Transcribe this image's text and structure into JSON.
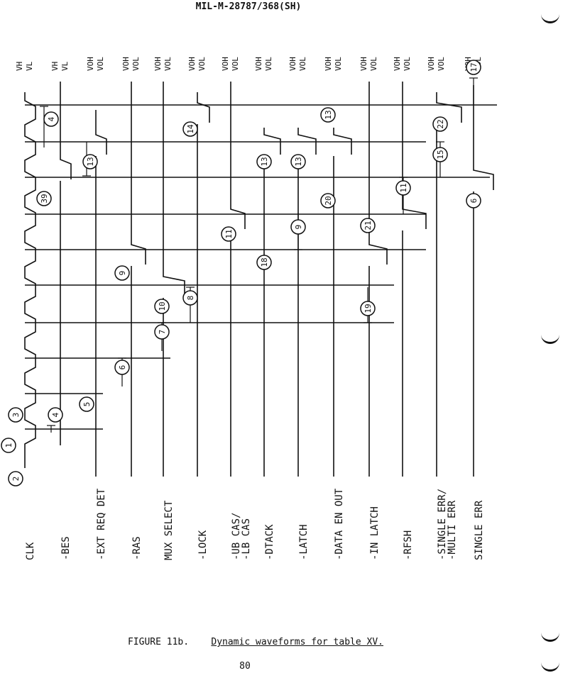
{
  "document": {
    "header": "MIL-M-28787/368(SH)",
    "figure_label": "FIGURE 11b.",
    "figure_title": "Dynamic waveforms for table XV.",
    "page_number": "80"
  },
  "signals": [
    {
      "id": "clk",
      "label": "CLK",
      "levels": [
        "VH",
        "VL"
      ]
    },
    {
      "id": "bes",
      "label": "-BES",
      "levels": [
        "VH",
        "VL"
      ]
    },
    {
      "id": "ext-req-det",
      "label": "-EXT REQ DET",
      "levels": [
        "VOH",
        "VOL"
      ]
    },
    {
      "id": "ras",
      "label": "-RAS",
      "levels": [
        "VOH",
        "VOL"
      ]
    },
    {
      "id": "mux-select",
      "label": "MUX SELECT",
      "levels": [
        "VOH",
        "VOL"
      ]
    },
    {
      "id": "lock",
      "label": "-LOCK",
      "levels": [
        "VOH",
        "VOL"
      ]
    },
    {
      "id": "ub-cas",
      "label": "-UB CAS/",
      "label2": "-LB CAS",
      "levels": [
        "VOH",
        "VOL"
      ]
    },
    {
      "id": "dtack",
      "label": "-DTACK",
      "levels": [
        "VOH",
        "VOL"
      ]
    },
    {
      "id": "latch",
      "label": "-LATCH",
      "levels": [
        "VOH",
        "VOL"
      ]
    },
    {
      "id": "data-en-out",
      "label": "-DATA EN OUT",
      "levels": [
        "VOH",
        "VOL"
      ]
    },
    {
      "id": "in-latch",
      "label": "-IN LATCH",
      "levels": [
        "VOH",
        "VOL"
      ]
    },
    {
      "id": "rfsh",
      "label": "-RFSH",
      "levels": [
        "VOH",
        "VOL"
      ]
    },
    {
      "id": "single-err-multi",
      "label": "-SINGLE ERR/",
      "label2": "-MULTI ERR",
      "levels": [
        "VOH",
        "VOL"
      ]
    },
    {
      "id": "single-err",
      "label": "SINGLE ERR",
      "levels": [
        "VOH",
        "VOL"
      ]
    }
  ],
  "timing_callouts": [
    "1",
    "2",
    "3",
    "4",
    "5",
    "6",
    "7",
    "10",
    "8",
    "9",
    "18",
    "11",
    "9",
    "21",
    "19",
    "20",
    "11",
    "6",
    "39",
    "4",
    "13",
    "14",
    "13",
    "13",
    "13",
    "15",
    "22",
    "17"
  ]
}
